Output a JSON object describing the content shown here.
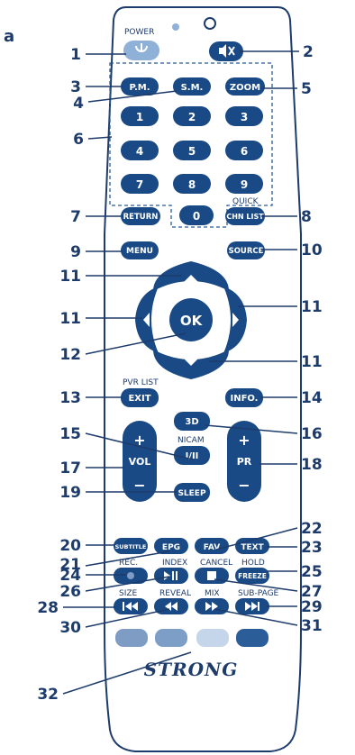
{
  "figure_letter": "a",
  "brand": "STRONG",
  "colors": {
    "body_outline": "#1d3b6b",
    "button": "#1a4a86",
    "button_light": "#8fb1d8",
    "line": "#1d3b6b",
    "dash": "#2a5a96",
    "red": "#7f9cc4",
    "green": "#7d9fc7",
    "yellow": "#c6d6ea",
    "blue": "#2b5e98"
  },
  "sub_labels": {
    "power": "POWER",
    "quick": "QUICK",
    "pvr_list": "PVR LIST",
    "nicam": "NICAM",
    "index": "INDEX",
    "hold": "HOLD",
    "cancel": "CANCEL",
    "rec": "REC.",
    "size": "SIZE",
    "reveal": "REVEAL",
    "mix": "MIX",
    "sub_page": "SUB-PAGE"
  },
  "buttons": {
    "pm": "P.M.",
    "sm": "S.M.",
    "zoom": "ZOOM",
    "d1": "1",
    "d2": "2",
    "d3": "3",
    "d4": "4",
    "d5": "5",
    "d6": "6",
    "d7": "7",
    "d8": "8",
    "d9": "9",
    "d0": "0",
    "return": "RETURN",
    "chn_list": "CHN LIST",
    "menu": "MENU",
    "source": "SOURCE",
    "ok": "OK",
    "exit": "EXIT",
    "info": "INFO.",
    "three_d": "3D",
    "i_ii": "I/II",
    "vol": "VOL",
    "plus": "+",
    "minus": "−",
    "pr": "PR",
    "sleep": "SLEEP",
    "subtitle": "SUBTITLE",
    "epg": "EPG",
    "fav": "FAV",
    "text": "TEXT",
    "freeze": "FREEZE"
  },
  "callouts": [
    "1",
    "2",
    "3",
    "4",
    "5",
    "6",
    "7",
    "8",
    "9",
    "10",
    "11",
    "11",
    "11",
    "11",
    "12",
    "13",
    "14",
    "15",
    "16",
    "17",
    "18",
    "19",
    "20",
    "21",
    "22",
    "23",
    "24",
    "25",
    "26",
    "27",
    "28",
    "29",
    "30",
    "31",
    "32"
  ]
}
